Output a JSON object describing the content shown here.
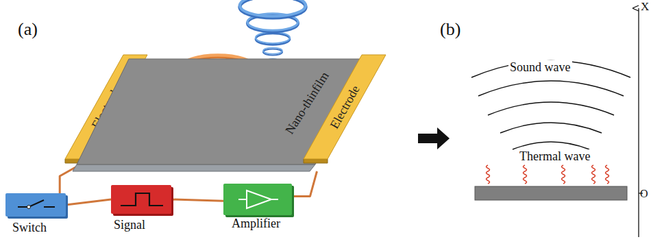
{
  "diagram": {
    "nodes": [
      {
        "text": [
          "Electrode"
        ]
      },
      {
        "text": [
          "Nano-thinfilm"
        ]
      },
      {
        "text": [
          "Electrode"
        ]
      },
      {
        "text": [
          "Switch"
        ]
      },
      {
        "text": [
          "Signal"
        ]
      },
      {
        "text": [
          "Amplifier"
        ]
      }
    ],
    "edges": [
      {
        "from": 3,
        "to": 4,
        "arrow": "none"
      },
      {
        "from": 4,
        "to": 5,
        "arrow": "none"
      },
      {
        "from": 3,
        "to": 0,
        "arrow": "none"
      },
      {
        "from": 5,
        "to": 2,
        "arrow": "none"
      }
    ],
    "labels": [
      "(a)",
      "(b)",
      "Sound wave",
      "Thermal wave",
      "X",
      "O"
    ]
  }
}
